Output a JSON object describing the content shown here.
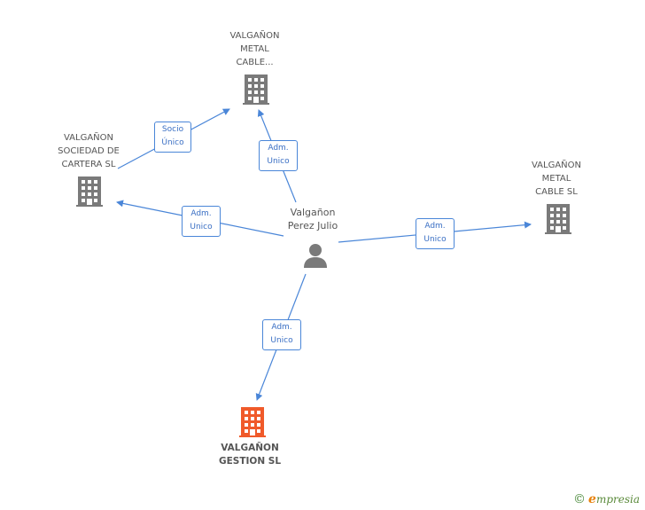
{
  "nodes": {
    "metal_cable_top": {
      "name": "VALGAÑON\nMETAL\nCABLE..."
    },
    "sociedad_cartera": {
      "name": "VALGAÑON\nSOCIEDAD DE\nCARTERA SL"
    },
    "metal_cable_sl": {
      "name": "VALGAÑON\nMETAL\nCABLE SL"
    },
    "gestion": {
      "name": "VALGAÑON\nGESTION SL"
    },
    "person": {
      "name": "Valgañon\nPerez Julio"
    }
  },
  "edges": {
    "socio_unico": {
      "line1": "Socio",
      "line2": "Único"
    },
    "adm_top": {
      "line1": "Adm.",
      "line2": "Unico"
    },
    "adm_left": {
      "line1": "Adm.",
      "line2": "Unico"
    },
    "adm_right": {
      "line1": "Adm.",
      "line2": "Unico"
    },
    "adm_bottom": {
      "line1": "Adm.",
      "line2": "Unico"
    }
  },
  "colors": {
    "company": "#7a7a7a",
    "highlight": "#f05a2a",
    "edge": "#4a86d8"
  },
  "icons": {
    "company": "building-icon",
    "person": "person-icon"
  },
  "branding": {
    "text": "mpresia",
    "initial": "e",
    "symbol": "©"
  }
}
